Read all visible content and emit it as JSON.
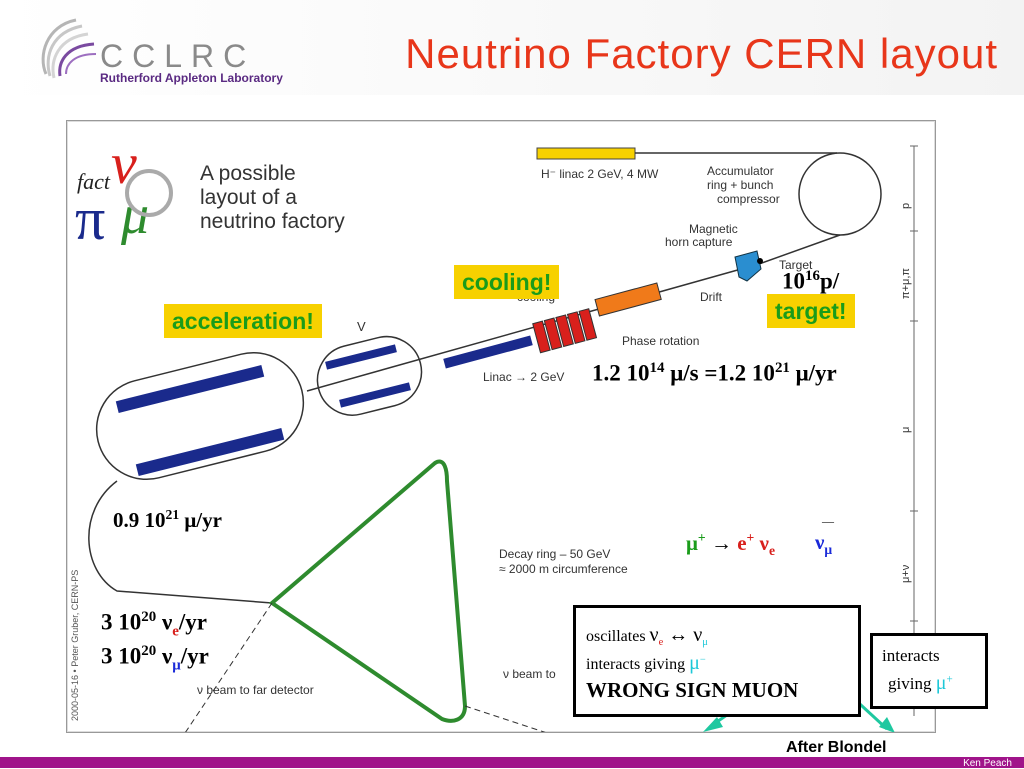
{
  "header": {
    "logo_name": "CCLRC",
    "logo_sub": "Rutherford Appleton Laboratory",
    "title": "Neutrino Factory CERN layout"
  },
  "diagram": {
    "fact_logo": "fact",
    "layout_title": [
      "A possible",
      "layout of a",
      "neutrino factory"
    ],
    "hminus_linac": "H⁻ linac 2 GeV, 4 MW",
    "accumulator": [
      "Accumulator",
      "ring + bunch",
      "compressor"
    ],
    "magnetic_horn": [
      "Magnetic",
      "horn capture"
    ],
    "target_label": "Target",
    "drift": "Drift",
    "cooling_small": "cooling",
    "phase_rotation": "Phase rotation",
    "linac_2gev": "Linac → 2 GeV",
    "small_v": "V",
    "decay_ring": [
      "Decay ring – 50 GeV",
      "≈ 2000 m circumference"
    ],
    "beam_far": "ν beam to far detector",
    "beam_to": "ν beam to",
    "credit": "2000-05-16 • Peter Gruber, CERN-PS",
    "axis_labels": [
      "p",
      "π+μ,π",
      "μ",
      "μ+ν"
    ]
  },
  "tags": {
    "cooling": "cooling!",
    "acceleration": "acceleration!",
    "target": "target!"
  },
  "annotations": {
    "p_rate_base": "10",
    "p_rate_exp": "16",
    "p_rate_unit": "p/",
    "mu_rate": {
      "base": "1.2 10",
      "exp1": "14",
      "mid": " μ/s =1.2 10",
      "exp2": "21",
      "unit": " μ/yr"
    },
    "ring_rate": {
      "base": "0.9 10",
      "exp": "21",
      "unit": " μ/yr"
    },
    "nue_rate": {
      "base": "3 10",
      "exp": "20",
      "nu": " ν",
      "flavor": "e",
      "unit": "/yr"
    },
    "numu_rate": {
      "base": "3 10",
      "exp": "20",
      "nu": " ν",
      "flavor": "μ",
      "unit": "/yr"
    }
  },
  "decay": {
    "mu": "μ",
    "mu_charge": "+",
    "arrow": " → ",
    "e": "e",
    "e_charge": "+",
    "nu_e": " ν",
    "nu_e_flavor": "e",
    "anti_nu": "ν",
    "anti_nu_flavor": "μ",
    "bar": "—"
  },
  "wrong_sign_box": {
    "line1_prefix": "oscillates ",
    "nu": "ν",
    "line1_flavor1": "e",
    "swap": " ↔ ",
    "line1_flavor2": "μ",
    "line2_prefix": "interacts giving ",
    "line2_mu": "μ",
    "line2_charge": "−",
    "line3": "WRONG SIGN MUON"
  },
  "right_box": {
    "line1": "interacts",
    "line2_prefix": "giving ",
    "mu": "μ",
    "charge": "+"
  },
  "footer": {
    "after": "After Blondel",
    "author": "Ken Peach"
  },
  "colors": {
    "title": "#e8361a",
    "tag_bg": "#f7d100",
    "tag_text": "#1a9c1a",
    "footer": "#a0148a",
    "arrow": "#1ec8a0",
    "magnet_blue": "#1a2a8c",
    "cooling_red": "#d8201c",
    "phase_orange": "#f07a1a",
    "decay_ring_green": "#2e8b2e",
    "horn_blue": "#2a8ed0"
  }
}
